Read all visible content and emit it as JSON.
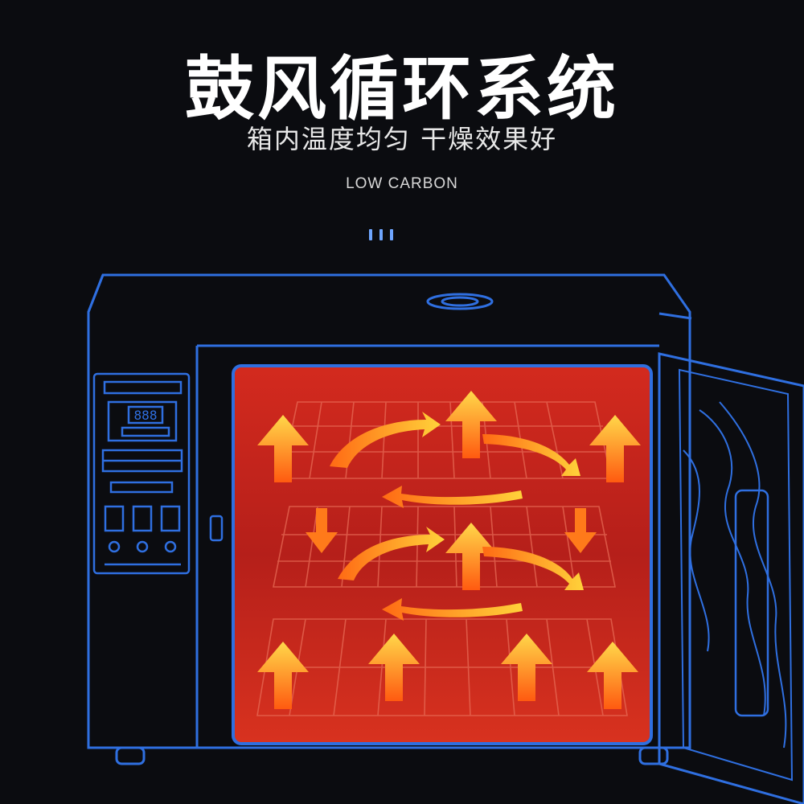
{
  "header": {
    "title": "鼓风循环系统",
    "subtitle": "箱内温度均匀 干燥效果好",
    "tagline": "LOW CARBON"
  },
  "colors": {
    "background": "#0b0c10",
    "outline": "#2f6fe0",
    "chamber_hot": "#c8241c",
    "arrow_orange": "#ff7a1a",
    "arrow_yellow": "#ffd23a"
  },
  "control_panel": {
    "display_value": "888"
  }
}
